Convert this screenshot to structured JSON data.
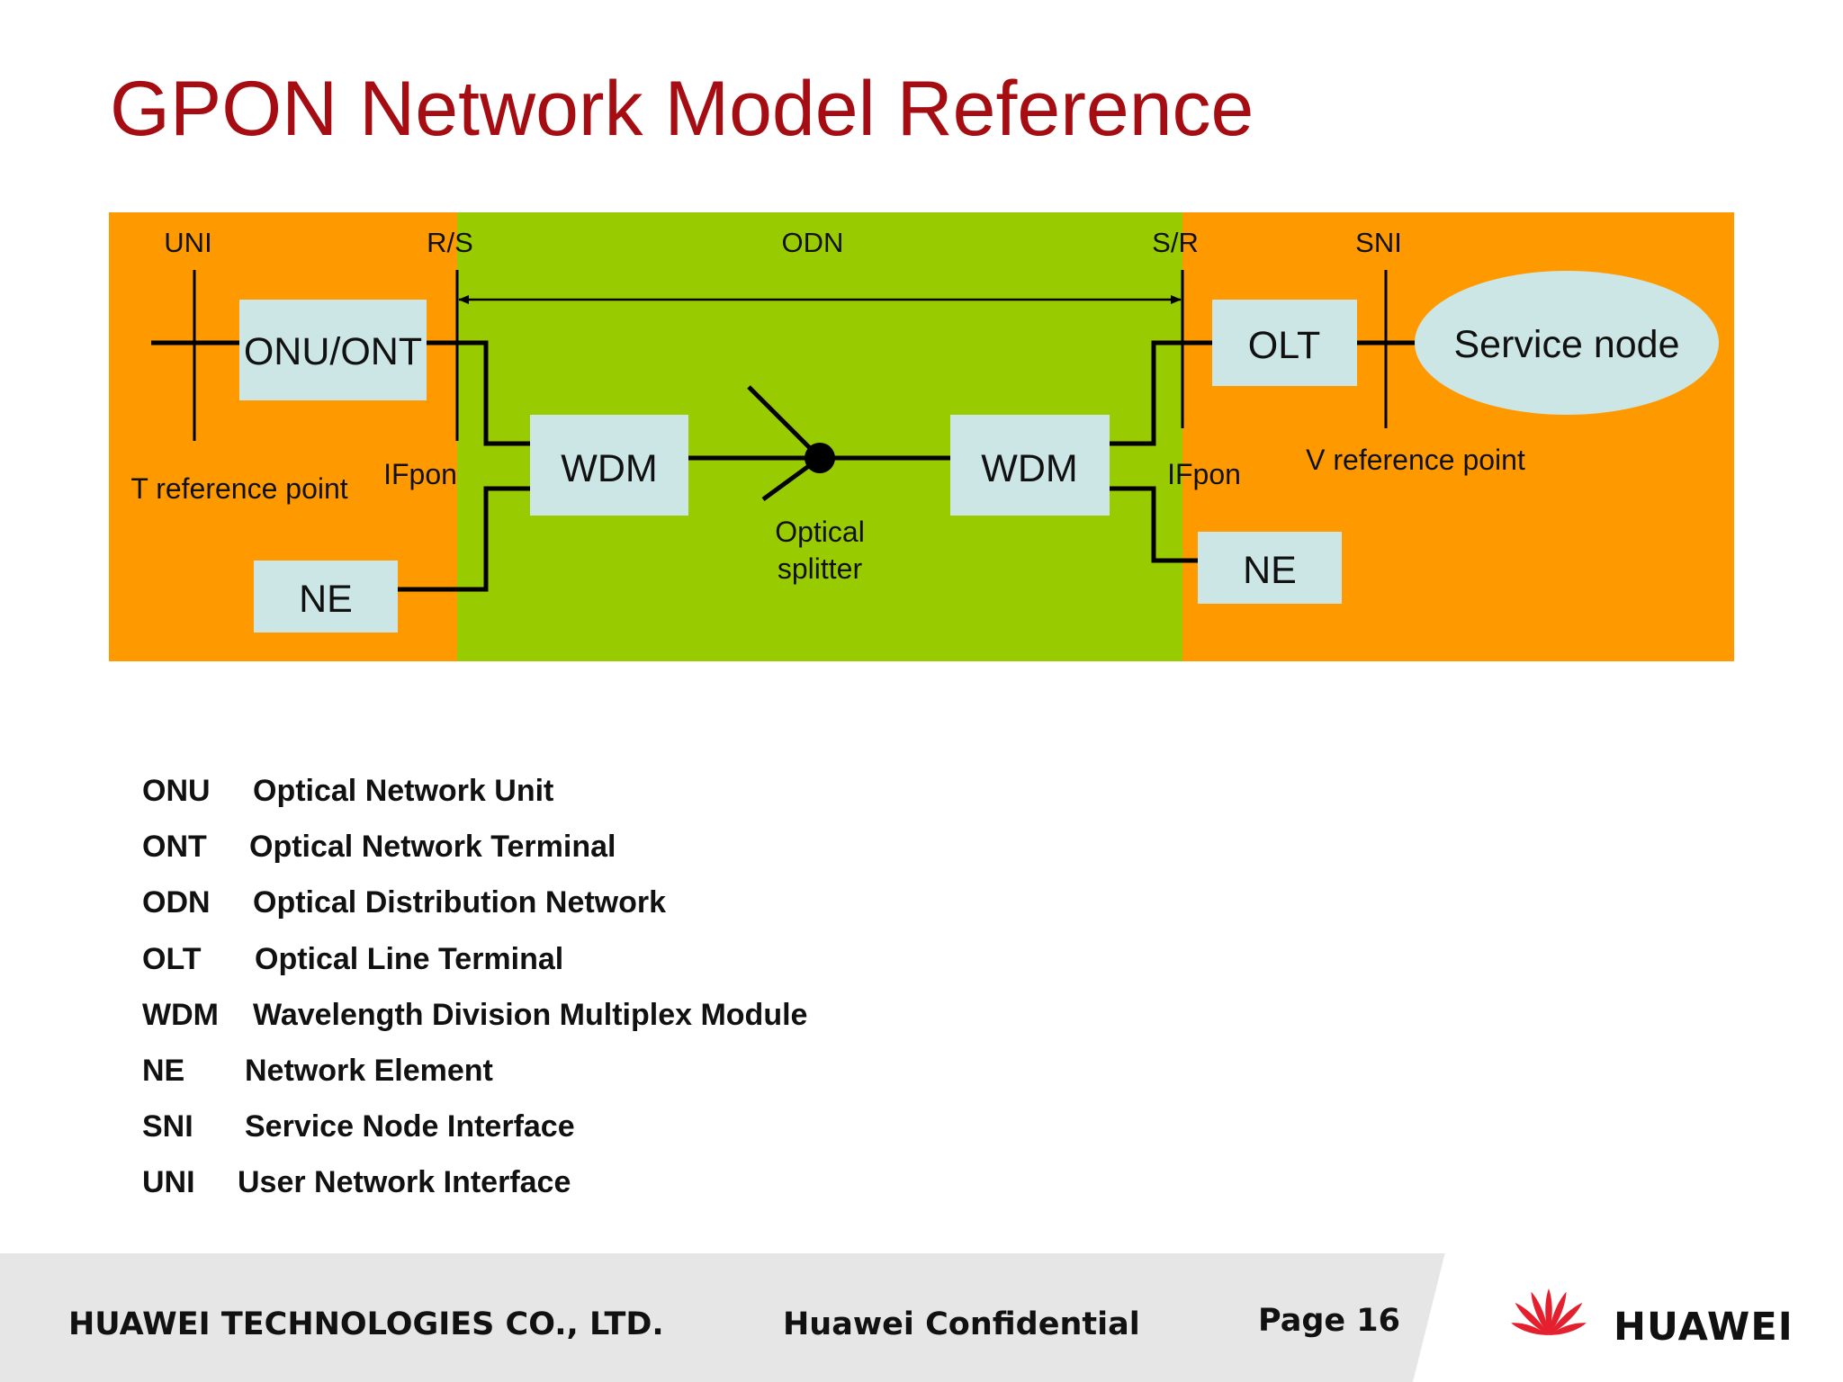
{
  "slide": {
    "title": "GPON Network Model Reference"
  },
  "diagram": {
    "colors": {
      "orange": "#ff9900",
      "green": "#99cc00",
      "box": "#cce6e6",
      "line": "#000000"
    },
    "interface_labels": {
      "uni": "UNI",
      "rs": "R/S",
      "odn": "ODN",
      "sr": "S/R",
      "sni": "SNI"
    },
    "nodes": {
      "onu_ont": "ONU/ONT",
      "wdm_left": "WDM",
      "wdm_right": "WDM",
      "ne_left": "NE",
      "ne_right": "NE",
      "olt": "OLT",
      "service_node": "Service node"
    },
    "annotations": {
      "t_ref": "T reference point",
      "ifpon_left": "IFpon",
      "ifpon_right": "IFpon",
      "v_ref": "V reference point",
      "splitter_line1": "Optical",
      "splitter_line2": "splitter"
    }
  },
  "glossary": [
    {
      "abbr": "ONU",
      "full": "Optical Network Unit"
    },
    {
      "abbr": "ONT",
      "full": "Optical Network Terminal"
    },
    {
      "abbr": "ODN",
      "full": "Optical Distribution Network"
    },
    {
      "abbr": "OLT",
      "full": "Optical Line Terminal"
    },
    {
      "abbr": "WDM",
      "full": "Wavelength Division Multiplex Module"
    },
    {
      "abbr": "NE",
      "full": "Network Element"
    },
    {
      "abbr": "SNI",
      "full": "Service Node Interface"
    },
    {
      "abbr": "UNI",
      "full": "User Network Interface"
    }
  ],
  "footer": {
    "company": "HUAWEI TECHNOLOGIES CO., LTD.",
    "confidential": "Huawei Confidential",
    "page": "Page 16",
    "brand": "HUAWEI",
    "logo_icon": "huawei-petal-logo-icon",
    "logo_color": "#e5202e"
  }
}
